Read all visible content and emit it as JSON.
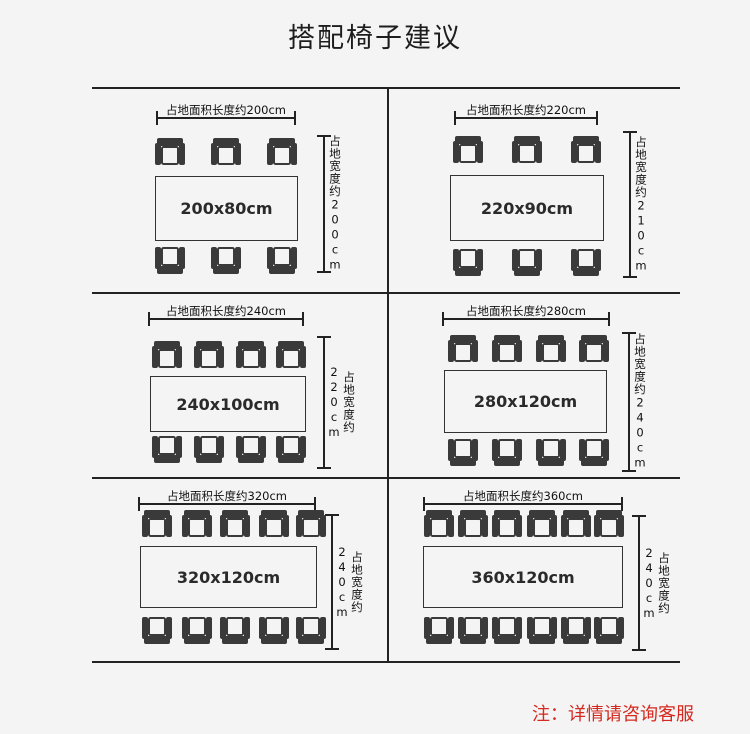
{
  "title": "搭配椅子建议",
  "note": "注：详情请咨询客服",
  "colors": {
    "line": "#222222",
    "chair": "#3a3a3a",
    "note": "#d5281e"
  },
  "layouts": [
    {
      "length_label": "占地面积长度约200cm",
      "width_label": "占地宽度约200cm",
      "table_label": "200x80cm",
      "chairs_per_side": 3
    },
    {
      "length_label": "占地面积长度约220cm",
      "width_label": "占地宽度约210cm",
      "table_label": "220x90cm",
      "chairs_per_side": 3
    },
    {
      "length_label": "占地面积长度约240cm",
      "width_label": "占地宽度约220cm",
      "table_label": "240x100cm",
      "chairs_per_side": 4
    },
    {
      "length_label": "占地面积长度约280cm",
      "width_label": "占地宽度约240cm",
      "table_label": "280x120cm",
      "chairs_per_side": 4
    },
    {
      "length_label": "占地面积长度约320cm",
      "width_label": "占地宽度约240cm",
      "table_label": "320x120cm",
      "chairs_per_side": 5
    },
    {
      "length_label": "占地面积长度约360cm",
      "width_label": "占地宽度约240cm",
      "table_label": "360x120cm",
      "chairs_per_side": 6
    }
  ]
}
